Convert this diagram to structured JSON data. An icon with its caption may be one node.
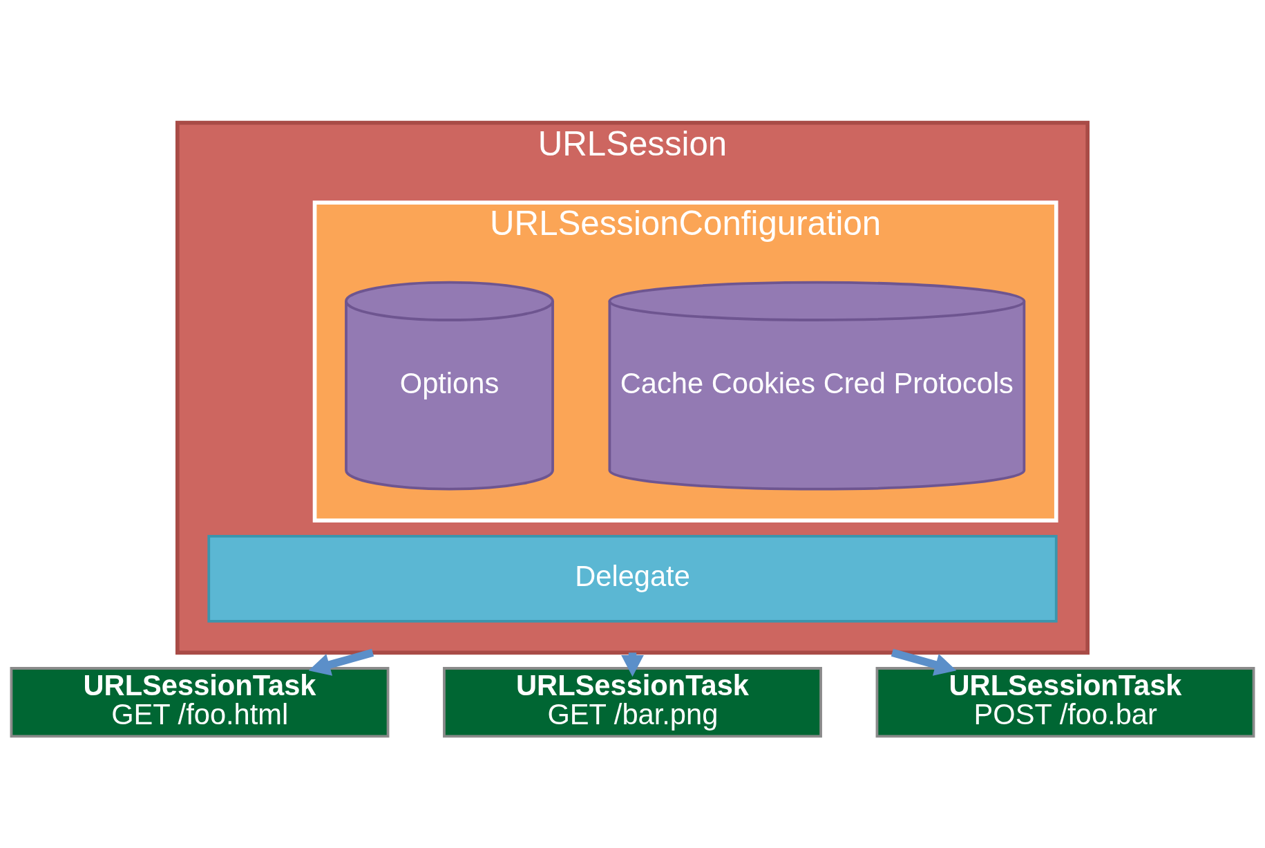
{
  "diagram": {
    "nodes": [
      {
        "text": [
          "URLSession"
        ]
      },
      {
        "text": [
          "URLSessionConfiguration"
        ],
        "in": 0
      },
      {
        "text": [
          "Cache Cookies Cred Protocols"
        ],
        "in": 1
      },
      {
        "text": [
          "Options"
        ],
        "in": 1
      },
      {
        "text": [
          "Delegate"
        ],
        "in": 0
      },
      {
        "text": [
          "URLSessionTask",
          "GET /foo.html"
        ]
      },
      {
        "text": [
          "URLSessionTask",
          "GET /bar.png"
        ]
      },
      {
        "text": [
          "URLSessionTask",
          "POST /foo.bar"
        ]
      }
    ],
    "edges": [
      {
        "from": 0,
        "to": 5,
        "arrow": "to"
      },
      {
        "from": 0,
        "to": 6,
        "arrow": "to"
      },
      {
        "from": 0,
        "to": 7,
        "arrow": "to"
      }
    ]
  }
}
